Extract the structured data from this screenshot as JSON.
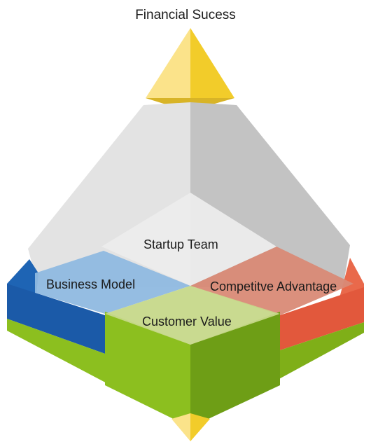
{
  "title": "Financial Sucess",
  "segments": {
    "startup_team": "Startup Team",
    "business_model": "Business Model",
    "competitive_advantage": "Competitve Advantage",
    "customer_value": "Customer Value"
  },
  "colors": {
    "gold": "#f2cc2a",
    "gold_light": "#fbe38a",
    "silver_left": "#e2e2e2",
    "silver_right": "#c2c2c2",
    "blue": "#1e64b4",
    "blue_light": "#8fb9e0",
    "red": "#e2583c",
    "red_light": "#d98a76",
    "green": "#8cbf1f",
    "green_dark": "#6e9e16",
    "green_light": "#c6d88a"
  }
}
